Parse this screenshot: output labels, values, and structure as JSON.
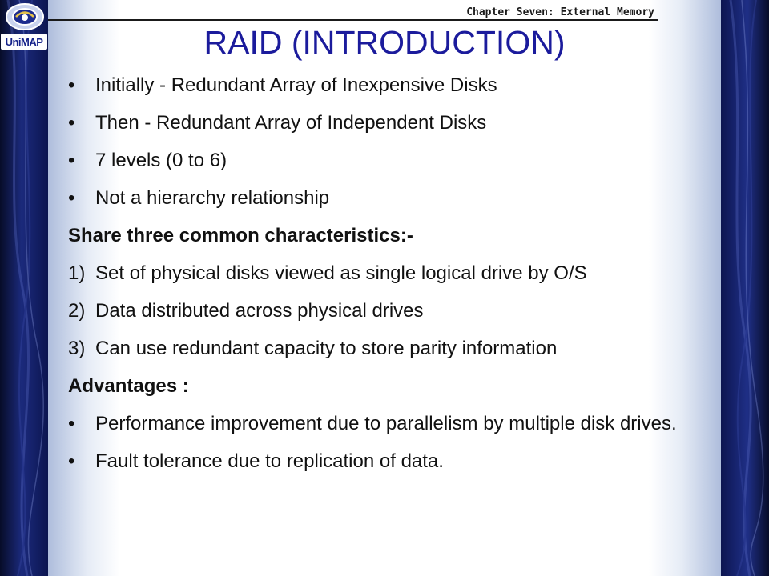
{
  "header": {
    "chapter": "Chapter Seven: External Memory",
    "logo_text": "UniMAP"
  },
  "title": "RAID (INTRODUCTION)",
  "bullets_a": [
    "Initially - Redundant Array of Inexpensive Disks",
    "Then - Redundant Array of Independent Disks",
    "7 levels (0 to 6)",
    "Not a hierarchy relationship"
  ],
  "heading_characteristics": "Share three common characteristics:-",
  "characteristics": [
    {
      "num": "1)",
      "text": "Set of physical disks viewed as single logical drive by O/S"
    },
    {
      "num": "2)",
      "text": "Data distributed across physical drives"
    },
    {
      "num": "3)",
      "text": "Can use redundant capacity to store parity information"
    }
  ],
  "heading_advantages": "Advantages :",
  "advantages": [
    "Performance improvement due to parallelism by multiple disk drives.",
    "Fault tolerance due to replication of data."
  ],
  "bullet_glyph": "•",
  "colors": {
    "title": "#1b1b9c",
    "border_dark": "#070c28",
    "border_blue": "#1b2a7c"
  }
}
